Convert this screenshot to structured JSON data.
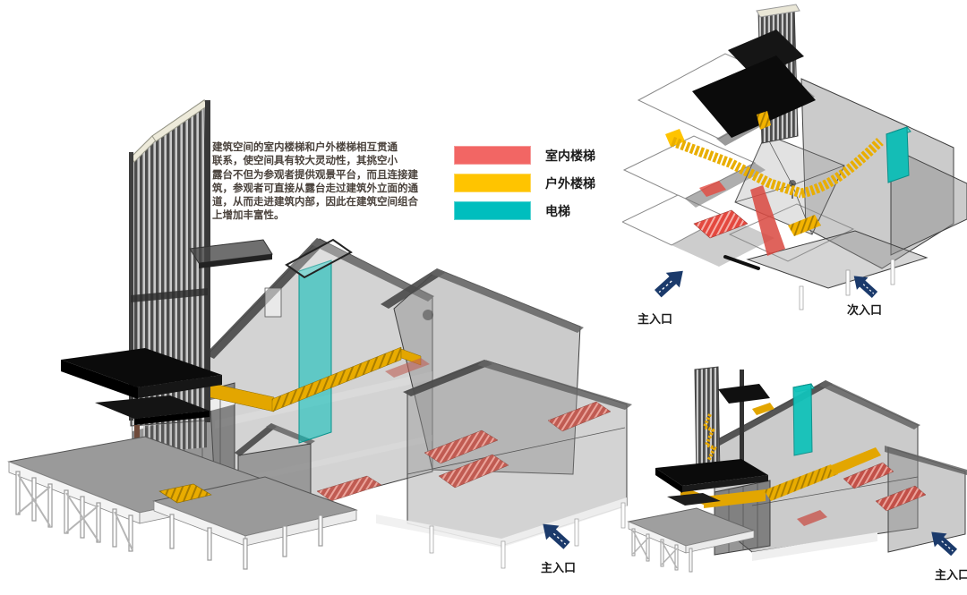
{
  "description": {
    "lines": [
      "建筑空间的室内楼梯和户外楼梯相互贯通",
      "联系，使空间具有较大灵动性，其挑空小",
      "露台不但为参观者提供观景平台，而且连接建",
      "筑，参观者可直接从露台走过建筑外立面的通",
      "道，从而走进建筑内部，因此在建筑空间组合",
      "上增加丰富性。"
    ]
  },
  "legend": {
    "items": [
      {
        "label": "室内楼梯",
        "color": "#F26664"
      },
      {
        "label": "户外楼梯",
        "color": "#FFC400"
      },
      {
        "label": "电梯",
        "color": "#00BEBE"
      }
    ]
  },
  "annotations": {
    "main_entrance_left_view": "主入口",
    "main_entrance_top_view": "主入口",
    "secondary_entrance_top_view": "次入口",
    "main_entrance_bottom_view": "主入口"
  },
  "colors": {
    "entrance_arrow": "#1B3A6B",
    "indoor_stairs": "#F26664",
    "outdoor_stairs": "#FFC400",
    "elevator": "#00BEBE"
  }
}
